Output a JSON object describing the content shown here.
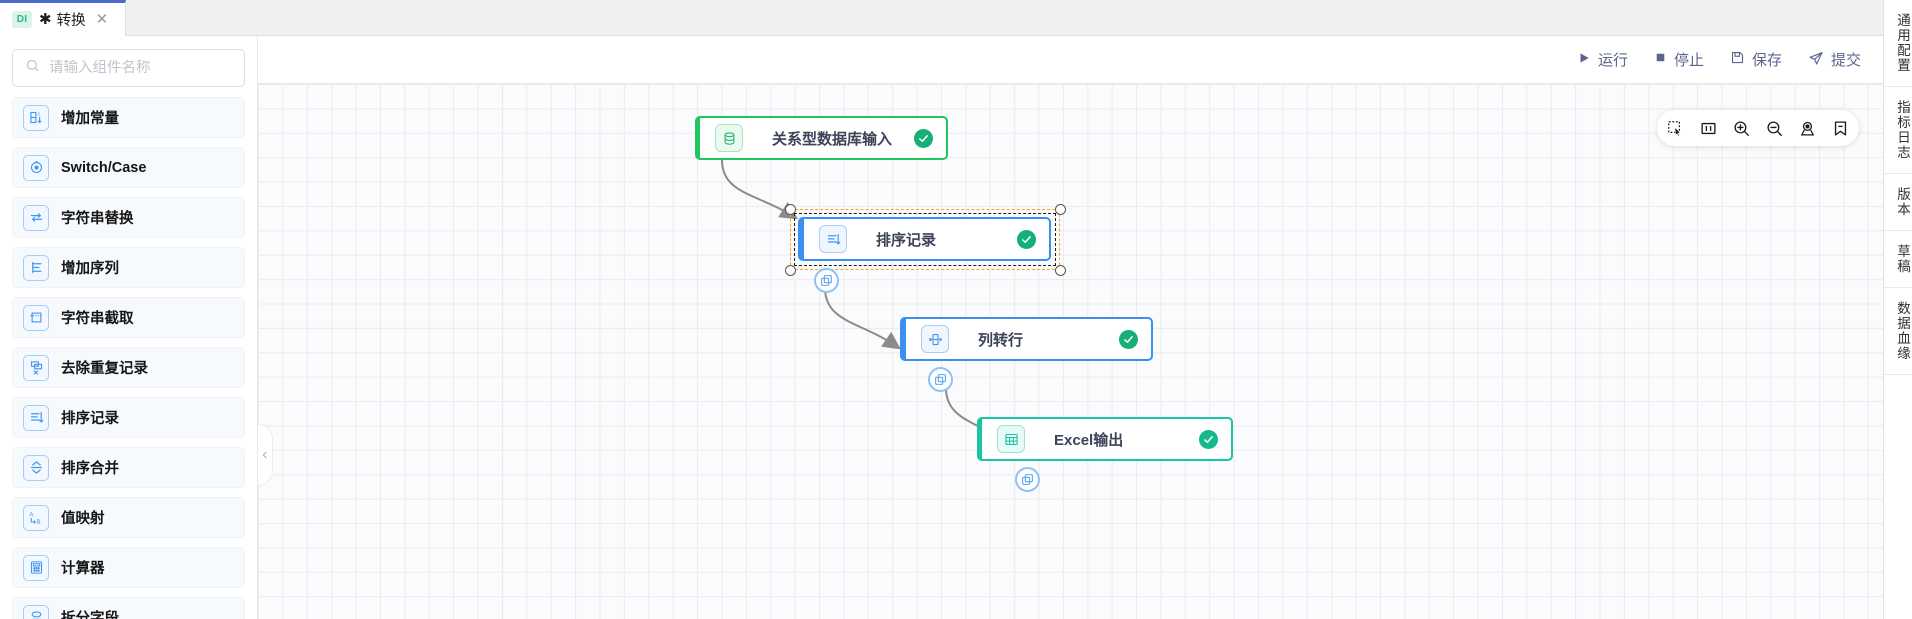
{
  "tab": {
    "badge": "DI",
    "dirty_marker": "✱",
    "title": "转换",
    "close_icon": "✕",
    "collapse_icon": "chevron-double-down-icon"
  },
  "search": {
    "placeholder": "请输入组件名称",
    "value": "",
    "icon": "search-icon"
  },
  "sidebar": {
    "items": [
      {
        "label": "增加常量",
        "icon": "add-constant-icon"
      },
      {
        "label": "Switch/Case",
        "icon": "switch-case-icon"
      },
      {
        "label": "字符串替换",
        "icon": "string-replace-icon"
      },
      {
        "label": "增加序列",
        "icon": "add-sequence-icon"
      },
      {
        "label": "字符串截取",
        "icon": "substring-icon"
      },
      {
        "label": "去除重复记录",
        "icon": "dedupe-icon"
      },
      {
        "label": "排序记录",
        "icon": "sort-records-icon"
      },
      {
        "label": "排序合并",
        "icon": "sort-merge-icon"
      },
      {
        "label": "值映射",
        "icon": "value-map-icon"
      },
      {
        "label": "计算器",
        "icon": "calculator-icon"
      },
      {
        "label": "拆分字段",
        "icon": "split-field-icon"
      }
    ],
    "collapse_handle_icon": "chevron-left-icon"
  },
  "toolbar": {
    "actions": [
      {
        "label": "运行",
        "icon": "play-icon"
      },
      {
        "label": "停止",
        "icon": "stop-icon"
      },
      {
        "label": "保存",
        "icon": "save-icon"
      },
      {
        "label": "提交",
        "icon": "submit-icon"
      }
    ]
  },
  "canvas_tools": [
    {
      "name": "marquee-select-icon"
    },
    {
      "name": "fit-view-icon"
    },
    {
      "name": "zoom-in-icon"
    },
    {
      "name": "zoom-out-icon"
    },
    {
      "name": "locate-icon"
    },
    {
      "name": "bookmark-icon"
    }
  ],
  "flow": {
    "nodes": [
      {
        "id": "db-input",
        "label": "关系型数据库输入",
        "icon": "database-icon",
        "status": "success",
        "theme": "green",
        "selected": false
      },
      {
        "id": "sort",
        "label": "排序记录",
        "icon": "sort-records-icon",
        "status": "success",
        "theme": "blue",
        "selected": true
      },
      {
        "id": "col2row",
        "label": "列转行",
        "icon": "col-to-row-icon",
        "status": "success",
        "theme": "blue",
        "selected": false
      },
      {
        "id": "excel-out",
        "label": "Excel输出",
        "icon": "table-icon",
        "status": "success",
        "theme": "teal",
        "selected": false
      }
    ],
    "edges": [
      {
        "from": "db-input",
        "to": "sort",
        "badge_icon": "copy-layers-icon"
      },
      {
        "from": "sort",
        "to": "col2row",
        "badge_icon": "copy-layers-icon"
      },
      {
        "from": "col2row",
        "to": "excel-out",
        "badge_icon": "copy-layers-icon"
      }
    ],
    "status_icon": "check-circle-icon"
  },
  "rightrail": {
    "items": [
      {
        "label": "通用配置"
      },
      {
        "label": "指标日志"
      },
      {
        "label": "版本"
      },
      {
        "label": "草稿"
      },
      {
        "label": "数据血缘"
      }
    ]
  },
  "colors": {
    "accent": "#4b69c6",
    "node_green": "#22c55e",
    "node_blue": "#3b8ef2",
    "node_teal": "#19c3a4",
    "status_success": "#16b077",
    "selection": "#f5a623"
  }
}
